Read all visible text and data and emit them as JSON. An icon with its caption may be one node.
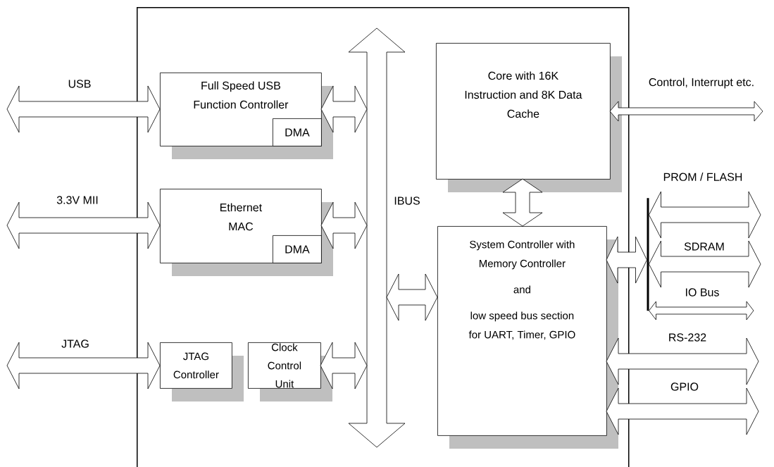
{
  "diagram": {
    "nodes": [
      {
        "text": [],
        "shape": "box"
      },
      {
        "text": [
          "Full Speed USB Function Controller"
        ],
        "in": 0
      },
      {
        "text": [
          "DMA"
        ],
        "in": 1
      },
      {
        "text": [
          "Ethernet MAC"
        ],
        "in": 0
      },
      {
        "text": [
          "DMA"
        ],
        "in": 3
      },
      {
        "text": [
          "JTAG Controller"
        ],
        "in": 0
      },
      {
        "text": [
          "Clock Control Unit"
        ],
        "in": 0
      },
      {
        "text": [
          "IBUS"
        ],
        "in": 0
      },
      {
        "text": [
          "Core with 16K Instruction and 8K Data Cache"
        ],
        "in": 0
      },
      {
        "text": [
          "System Controller with Memory Controller",
          "and",
          "low speed bus section for UART, Timer, GPIO"
        ],
        "in": 0
      },
      {
        "text": [],
        "shape": "bar"
      }
    ],
    "edges": [
      {
        "from": null,
        "to": 1,
        "arrow": "both",
        "label": "USB"
      },
      {
        "from": null,
        "to": 3,
        "arrow": "both",
        "label": "3.3V MII"
      },
      {
        "from": null,
        "to": 5,
        "arrow": "both",
        "label": "JTAG"
      },
      {
        "from": 1,
        "to": 7,
        "arrow": "both"
      },
      {
        "from": 3,
        "to": 7,
        "arrow": "both"
      },
      {
        "from": 6,
        "to": 7,
        "arrow": "both"
      },
      {
        "from": 9,
        "to": 7,
        "arrow": "both"
      },
      {
        "from": 8,
        "to": 9,
        "arrow": "both"
      },
      {
        "from": 8,
        "to": null,
        "arrow": "both",
        "label": "Control, Interrupt etc."
      },
      {
        "from": 9,
        "to": 10,
        "arrow": "both"
      },
      {
        "from": 10,
        "to": null,
        "arrow": "both",
        "label": "PROM / FLASH"
      },
      {
        "from": 10,
        "to": null,
        "arrow": "both",
        "label": "SDRAM"
      },
      {
        "from": 10,
        "to": null,
        "arrow": "both",
        "label": "IO Bus"
      },
      {
        "from": 9,
        "to": null,
        "arrow": "both",
        "label": "RS-232"
      },
      {
        "from": 9,
        "to": null,
        "arrow": "both",
        "label": "GPIO"
      }
    ]
  }
}
